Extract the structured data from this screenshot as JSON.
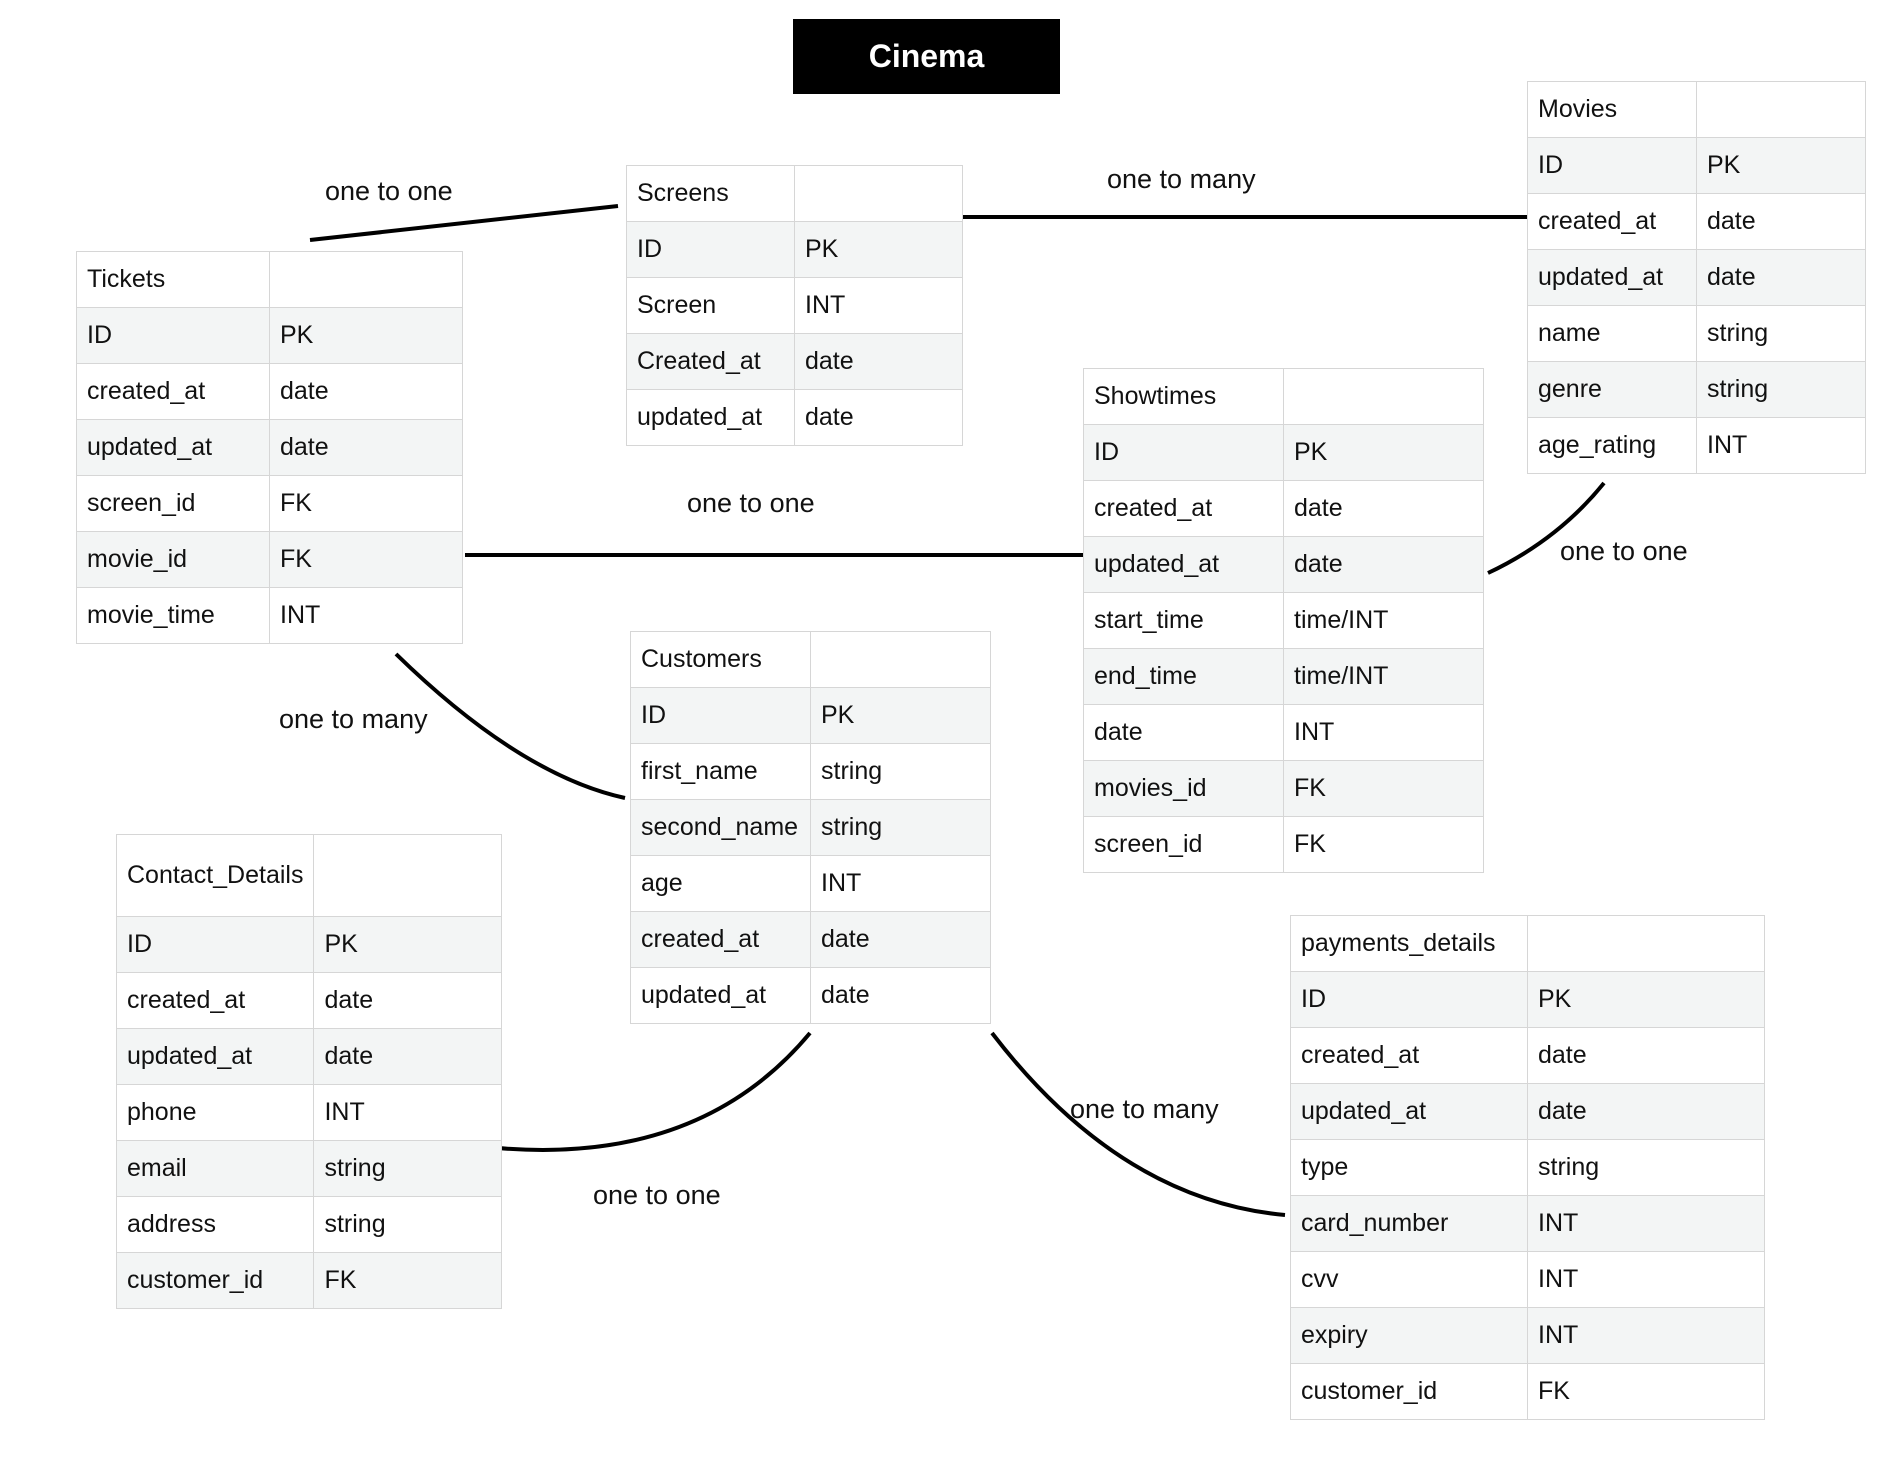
{
  "title": "Cinema",
  "relationships": [
    {
      "from": "Tickets",
      "to": "Screens",
      "label": "one to one"
    },
    {
      "from": "Screens",
      "to": "Movies",
      "label": "one to many"
    },
    {
      "from": "Tickets",
      "to": "Showtimes",
      "label": "one to one"
    },
    {
      "from": "Showtimes",
      "to": "Movies",
      "label": "one to one"
    },
    {
      "from": "Tickets",
      "to": "Customers",
      "label": "one to many"
    },
    {
      "from": "Customers",
      "to": "Contact_Details",
      "label": "one to one"
    },
    {
      "from": "Customers",
      "to": "payments_details",
      "label": "one to many"
    }
  ],
  "entities": {
    "tickets": {
      "name": "Tickets",
      "rows": [
        [
          "ID",
          "PK"
        ],
        [
          "created_at",
          "date"
        ],
        [
          "updated_at",
          "date"
        ],
        [
          "screen_id",
          "FK"
        ],
        [
          "movie_id",
          "FK"
        ],
        [
          "movie_time",
          "INT"
        ]
      ]
    },
    "screens": {
      "name": "Screens",
      "rows": [
        [
          "ID",
          "PK"
        ],
        [
          "Screen",
          "INT"
        ],
        [
          "Created_at",
          "date"
        ],
        [
          "updated_at",
          "date"
        ]
      ]
    },
    "movies": {
      "name": "Movies",
      "rows": [
        [
          "ID",
          "PK"
        ],
        [
          "created_at",
          "date"
        ],
        [
          "updated_at",
          "date"
        ],
        [
          "name",
          "string"
        ],
        [
          "genre",
          "string"
        ],
        [
          "age_rating",
          "INT"
        ]
      ]
    },
    "showtimes": {
      "name": "Showtimes",
      "rows": [
        [
          "ID",
          "PK"
        ],
        [
          "created_at",
          "date"
        ],
        [
          "updated_at",
          "date"
        ],
        [
          "start_time",
          "time/INT"
        ],
        [
          "end_time",
          "time/INT"
        ],
        [
          "date",
          "INT"
        ],
        [
          "movies_id",
          "FK"
        ],
        [
          "screen_id",
          "FK"
        ]
      ]
    },
    "customers": {
      "name": "Customers",
      "rows": [
        [
          "ID",
          "PK"
        ],
        [
          "first_name",
          "string"
        ],
        [
          "second_name",
          "string"
        ],
        [
          "age",
          "INT"
        ],
        [
          "created_at",
          "date"
        ],
        [
          "updated_at",
          "date"
        ]
      ]
    },
    "contact_details": {
      "name": "Contact_Details",
      "rows": [
        [
          "ID",
          "PK"
        ],
        [
          "created_at",
          "date"
        ],
        [
          "updated_at",
          "date"
        ],
        [
          "phone",
          "INT"
        ],
        [
          "email",
          "string"
        ],
        [
          "address",
          "string"
        ],
        [
          "customer_id",
          "FK"
        ]
      ]
    },
    "payments_details": {
      "name": "payments_details",
      "rows": [
        [
          "ID",
          "PK"
        ],
        [
          "created_at",
          "date"
        ],
        [
          "updated_at",
          "date"
        ],
        [
          "type",
          "string"
        ],
        [
          "card_number",
          "INT"
        ],
        [
          "cvv",
          "INT"
        ],
        [
          "expiry",
          "INT"
        ],
        [
          "customer_id",
          "FK"
        ]
      ]
    }
  }
}
